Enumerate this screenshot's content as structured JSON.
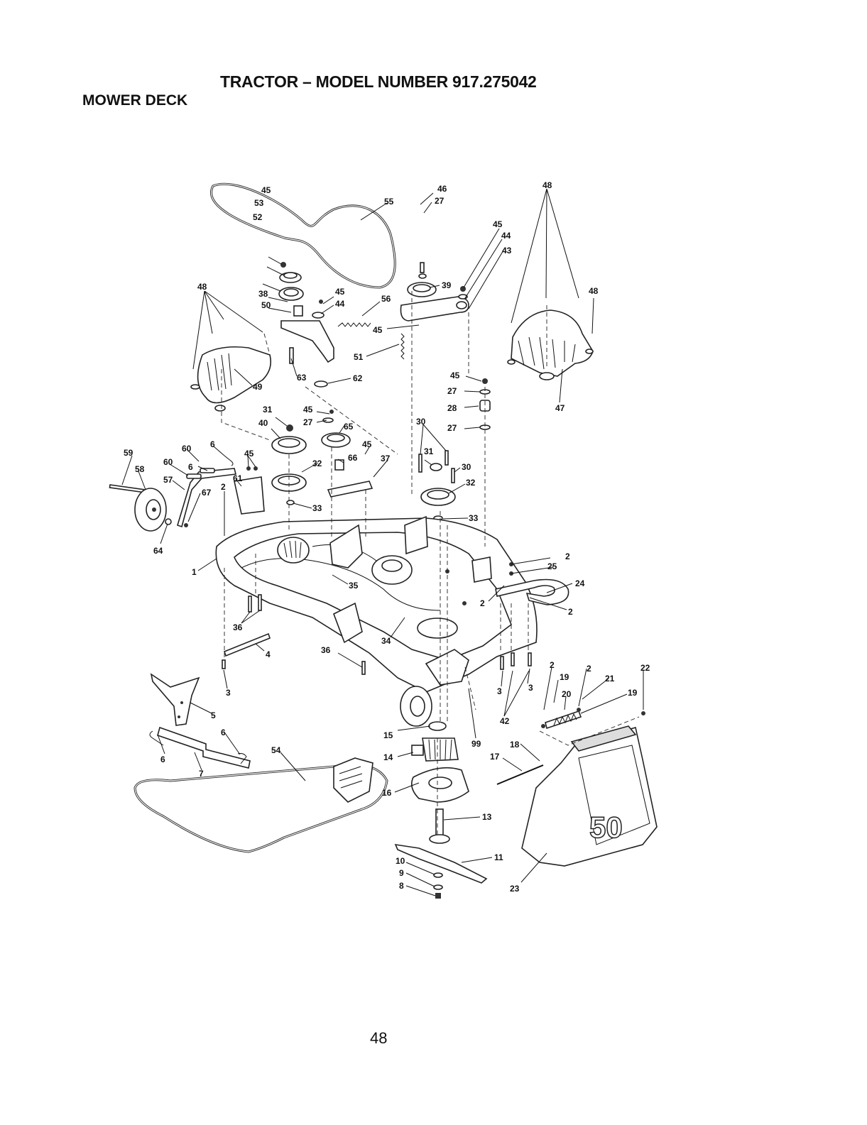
{
  "header": {
    "title": "TRACTOR – MODEL NUMBER 917.275042",
    "section": "MOWER DECK"
  },
  "callouts": [
    "55",
    "45",
    "44",
    "43",
    "46",
    "27",
    "39",
    "48",
    "48",
    "45",
    "53",
    "52",
    "38",
    "50",
    "45",
    "44",
    "56",
    "45",
    "51",
    "48",
    "49",
    "63",
    "62",
    "45",
    "27",
    "28",
    "27",
    "47",
    "31",
    "45",
    "40",
    "27",
    "65",
    "30",
    "45",
    "6",
    "60",
    "59",
    "45",
    "66",
    "37",
    "31",
    "30",
    "60",
    "58",
    "6",
    "32",
    "32",
    "57",
    "61",
    "33",
    "33",
    "67",
    "2",
    "64",
    "1",
    "35",
    "2",
    "25",
    "24",
    "2",
    "2",
    "36",
    "34",
    "36",
    "4",
    "3",
    "3",
    "3",
    "2",
    "2",
    "21",
    "22",
    "19",
    "19",
    "20",
    "42",
    "5",
    "6",
    "15",
    "99",
    "54",
    "18",
    "6",
    "7",
    "14",
    "17",
    "16",
    "13",
    "11",
    "10",
    "9",
    "8",
    "23"
  ],
  "bag_decal": "50",
  "page_number": "48"
}
